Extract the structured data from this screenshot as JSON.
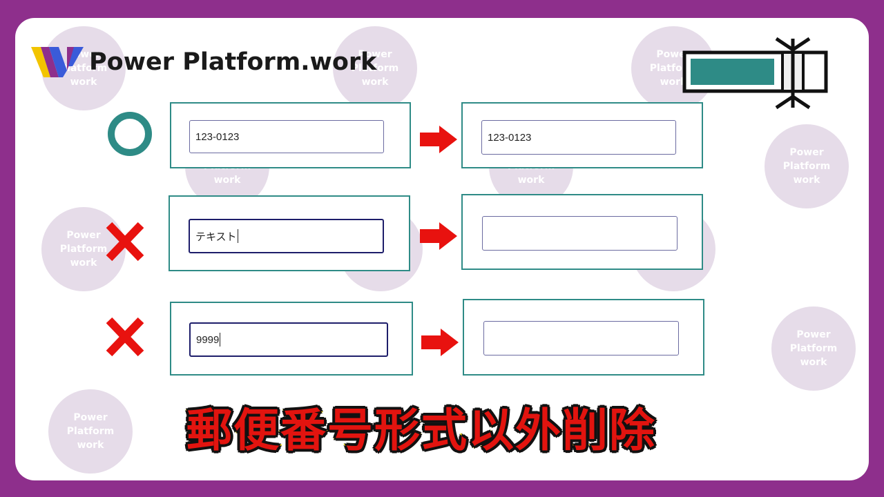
{
  "brand": {
    "name": "Power Platform.work",
    "colors": {
      "yellow": "#f2c400",
      "purple": "#8e2f8c",
      "blue": "#3a5bd9"
    }
  },
  "watermark": {
    "text": "Power\nPlatform\nwork"
  },
  "rows": [
    {
      "status": "ok",
      "status_icon": "circle-icon",
      "input_value": "123-0123",
      "input_focused": false,
      "result_value": "123-0123"
    },
    {
      "status": "ng",
      "status_icon": "cross-icon",
      "input_value": "テキスト",
      "input_focused": true,
      "result_value": ""
    },
    {
      "status": "ng",
      "status_icon": "cross-icon",
      "input_value": "9999",
      "input_focused": true,
      "result_value": ""
    }
  ],
  "title": "郵便番号形式以外削除",
  "colors": {
    "panel_border": "#2e8b86",
    "ok": "#2e8b86",
    "ng": "#e8120f",
    "arrow": "#e8120f",
    "title_fill": "#e2140f",
    "title_stroke": "#ffe800"
  }
}
